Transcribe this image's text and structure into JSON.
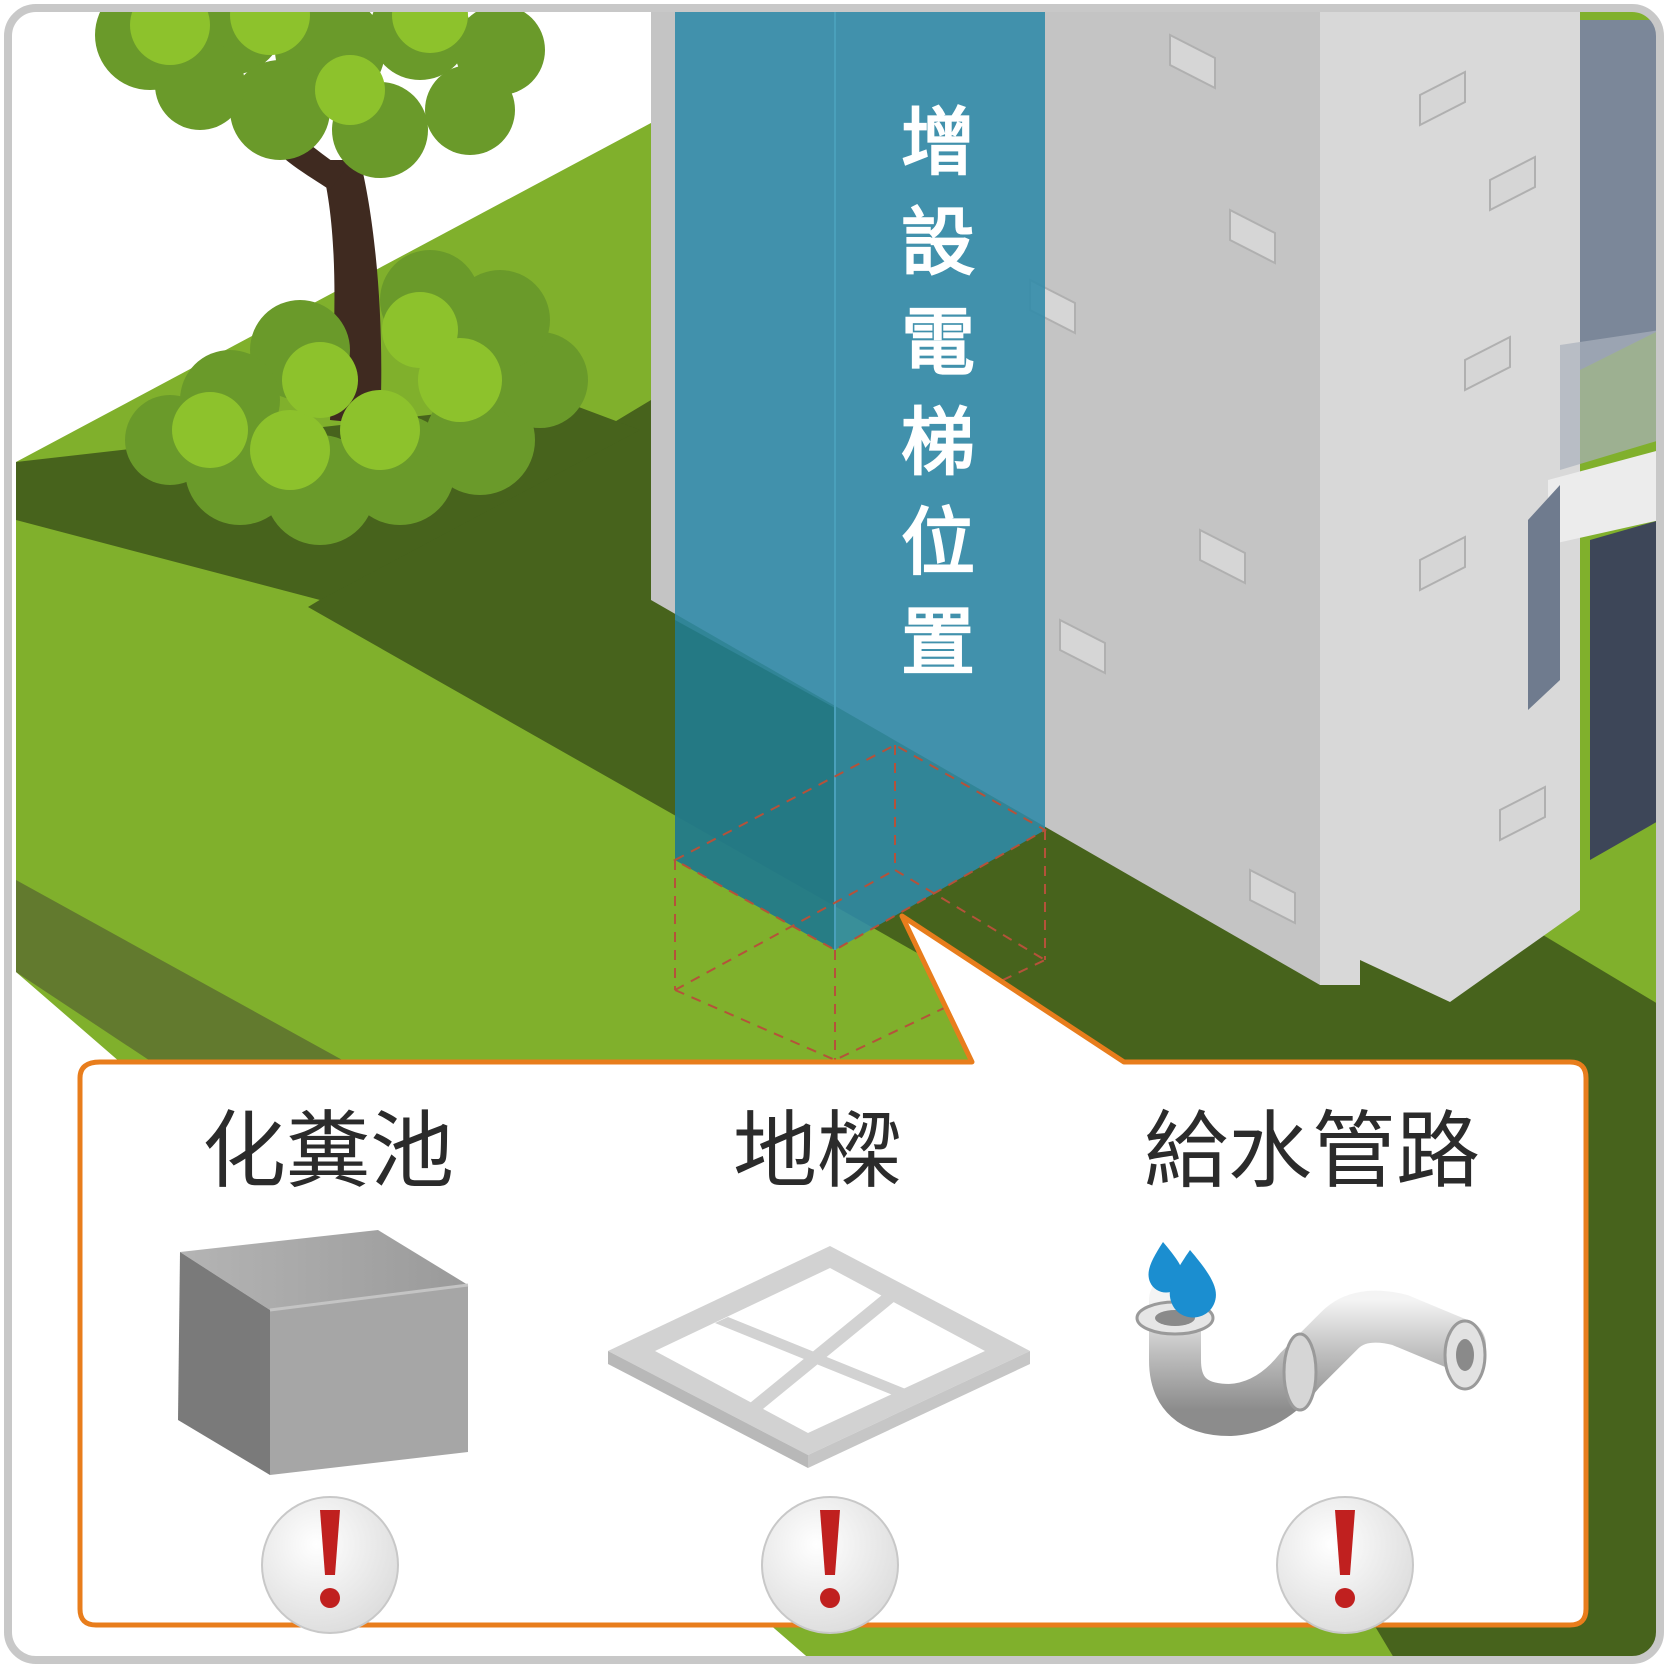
{
  "elevator_label": "增設電梯位置",
  "callout": {
    "items": [
      {
        "label": "化糞池",
        "icon": "septic-tank-icon"
      },
      {
        "label": "地樑",
        "icon": "ground-beam-grid-icon"
      },
      {
        "label": "給水管路",
        "icon": "water-pipe-icon"
      }
    ],
    "warning_icon": "exclamation-warning-icon"
  },
  "colors": {
    "grass": "#80b02c",
    "grass_shadow": "#47631c",
    "elevator_zone": "#2f8aa8",
    "callout_border": "#e87d1c",
    "frame_border": "#c8c8c8",
    "warning_mark": "#c0201f"
  }
}
